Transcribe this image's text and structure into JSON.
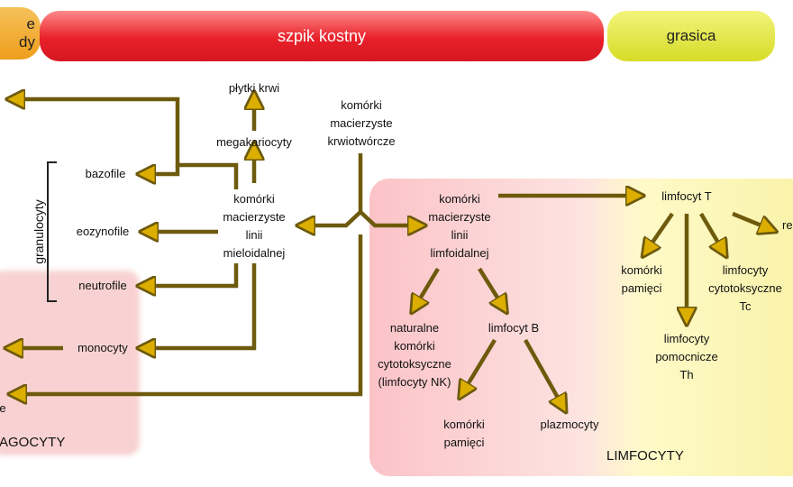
{
  "header": {
    "left_fragment": "e\ndy",
    "bone_marrow": "szpik kostny",
    "thymus": "grasica"
  },
  "nodes": {
    "stem_cells": "komórki\nmacierzyste\nkrwiotwórcze",
    "platelets": "płytki krwi",
    "megakaryocytes": "megakariocyty",
    "myeloid": "komórki\nmacierzyste\nlinii\nmieloidalnej",
    "basophils": "bazofile",
    "eosinophils": "eozynofile",
    "neutrophils": "neutrofile",
    "monocytes": "monocyty",
    "granulocytes": "granulocyty",
    "lymphoid": "komórki\nmacierzyste\nlinii\nlimfoidalnej",
    "t_cell": "limfocyt T",
    "memory_t": "komórki\npamięci",
    "cytotoxic_t": "limfocyty\ncytotoksyczne\nTc",
    "helper_t": "limfocyty\npomocnicze\nTh",
    "regulatory_fragment": "re",
    "nk": "naturalne\nkomórki\ncytotoksyczne\n(limfocyty NK)",
    "b_cell": "limfocyt B",
    "memory_b": "komórki\npamięci",
    "plasma": "plazmocyty",
    "left_fragment_e": "e"
  },
  "regions": {
    "phagocytes": "AGOCYTY",
    "lymphocytes": "LIMFOCYTY"
  },
  "colors": {
    "arrow": "#6e5a0d",
    "arrow_head": "#dcae00",
    "bone_marrow": "#e31e26",
    "thymus": "#dcdf2e",
    "orange": "#f0a22a"
  }
}
